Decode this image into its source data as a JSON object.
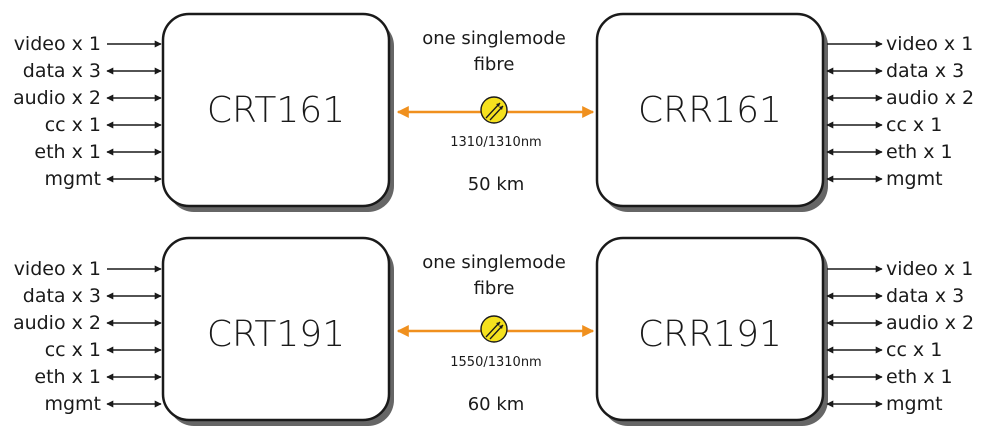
{
  "colors": {
    "fibre": "#f0901e",
    "connector": "#f5e11e",
    "box_stroke": "#1a1a1a",
    "shadow": "#666666"
  },
  "links": [
    {
      "transmitter": "CRT161",
      "receiver": "CRR161",
      "medium_line1": "one singlemode",
      "medium_line2": "fibre",
      "wavelength": "1310/1310nm",
      "distance": "50 km",
      "signals": [
        {
          "label": "video x 1",
          "direction": "in"
        },
        {
          "label": "data x 3",
          "direction": "bi"
        },
        {
          "label": "audio x 2",
          "direction": "bi"
        },
        {
          "label": "cc x 1",
          "direction": "bi"
        },
        {
          "label": "eth x 1",
          "direction": "bi"
        },
        {
          "label": "mgmt",
          "direction": "bi"
        }
      ]
    },
    {
      "transmitter": "CRT191",
      "receiver": "CRR191",
      "medium_line1": "one singlemode",
      "medium_line2": "fibre",
      "wavelength": "1550/1310nm",
      "distance": "60 km",
      "signals": [
        {
          "label": "video x 1",
          "direction": "in"
        },
        {
          "label": "data x 3",
          "direction": "bi"
        },
        {
          "label": "audio x 2",
          "direction": "bi"
        },
        {
          "label": "cc x 1",
          "direction": "bi"
        },
        {
          "label": "eth x 1",
          "direction": "bi"
        },
        {
          "label": "mgmt",
          "direction": "bi"
        }
      ]
    }
  ]
}
